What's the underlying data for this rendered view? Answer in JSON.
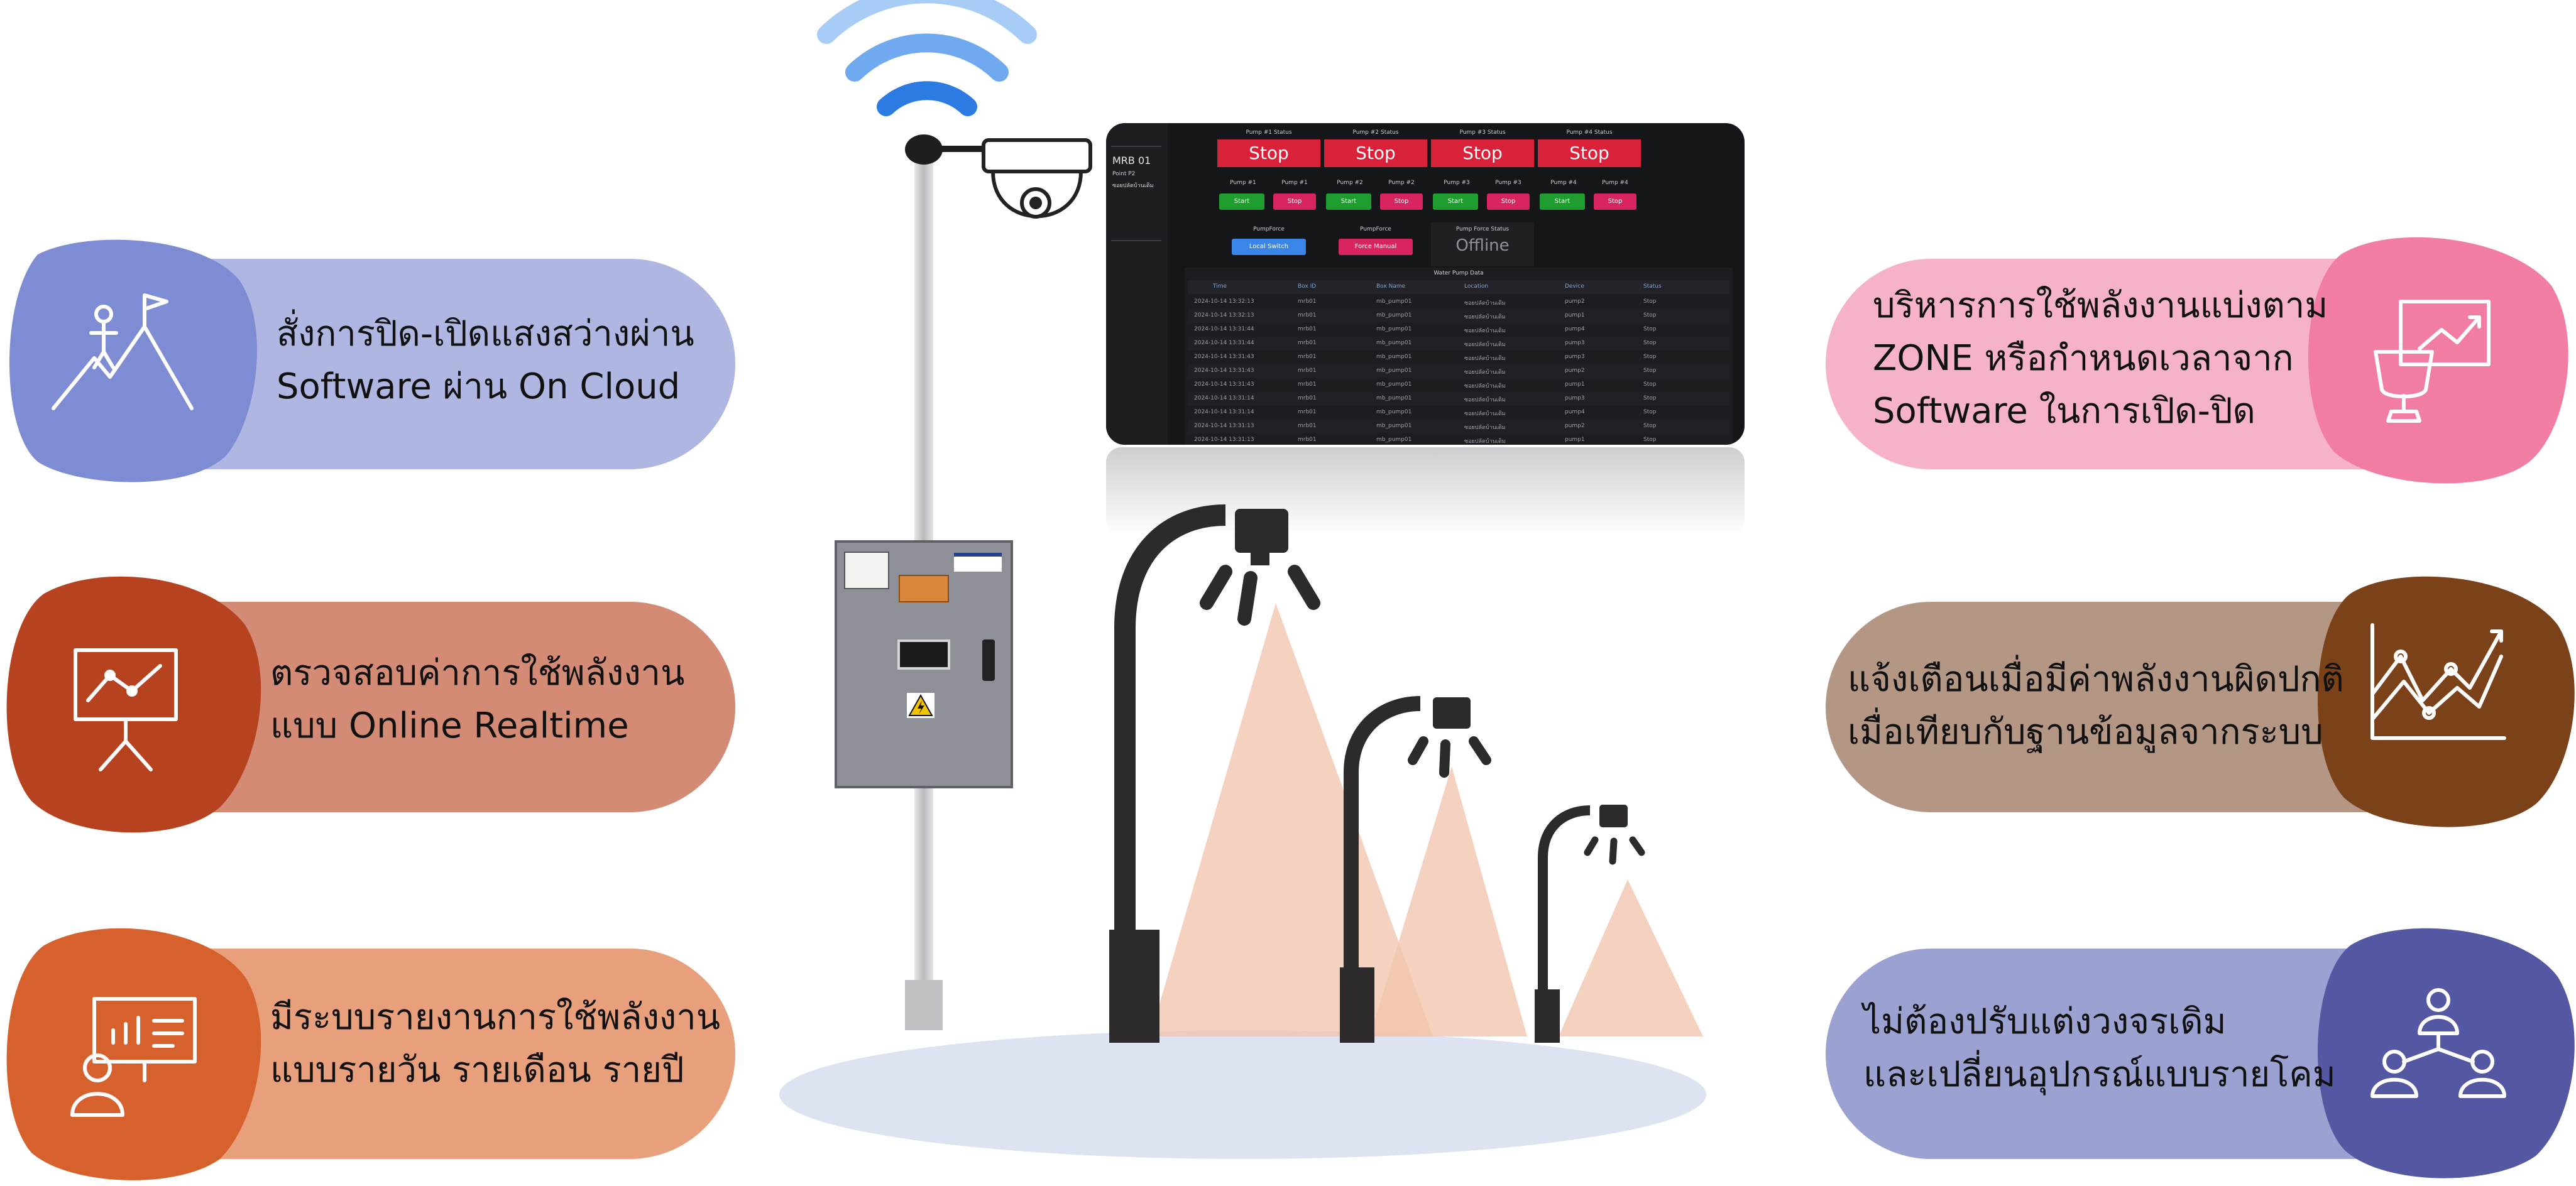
{
  "features_left": [
    {
      "line1": "สั่งการปิด-เปิดแสงสว่างผ่าน",
      "line2": "Software ผ่าน On Cloud",
      "icon": "mountain-flag-icon",
      "pill_color": "#aeb6e1",
      "blob_color": "#7e8dd3"
    },
    {
      "line1": "ตรวจสอบค่าการใช้พลังงาน",
      "line2": "แบบ Online Realtime",
      "icon": "presentation-chart-icon",
      "pill_color": "#d38b75",
      "blob_color": "#b7421f"
    },
    {
      "line1": "มีระบบรายงานการใช้พลังงาน",
      "line2": "แบบรายวัน รายเดือน รายปี",
      "icon": "presenter-icon",
      "pill_color": "#e8a07c",
      "blob_color": "#d7612c"
    }
  ],
  "features_right": [
    {
      "line1": "บริหารการใช้พลังงานแบ่งตาม",
      "line2": "ZONE หรือกำหนดเวลาจาก",
      "line3": "Software ในการเปิด-ปิด",
      "icon": "trophy-growth-icon",
      "pill_color": "#f6b3c7",
      "blob_color": "#f17da3"
    },
    {
      "line1": "แจ้งเตือนเมื่อมีค่าพลังงานผิดปกติ",
      "line2": "เมื่อเทียบกับฐานข้อมูลจากระบบ",
      "icon": "line-chart-icon",
      "pill_color": "#b39784",
      "blob_color": "#7b4219"
    },
    {
      "line1": "ไม่ต้องปรับแต่งวงจรเดิม",
      "line2": "และเปลี่ยนอุปกรณ์แบบรายโคม",
      "icon": "team-network-icon",
      "pill_color": "#9ba1d0",
      "blob_color": "#5457a2"
    }
  ],
  "dashboard": {
    "sidebar_title": "MRB 01",
    "sidebar_sub1": "Point P2",
    "sidebar_sub2": "ซอยปลัดบ้านเดิม",
    "pumps": [
      {
        "status_label": "Pump #1 Status",
        "status": "Stop",
        "ctl_label": "Pump #1"
      },
      {
        "status_label": "Pump #2 Status",
        "status": "Stop",
        "ctl_label": "Pump #2"
      },
      {
        "status_label": "Pump #3 Status",
        "status": "Stop",
        "ctl_label": "Pump #3"
      },
      {
        "status_label": "Pump #4 Status",
        "status": "Stop",
        "ctl_label": "Pump #4"
      }
    ],
    "start_label": "Start",
    "stop_label": "Stop",
    "pumpforce_label": "PumpForce",
    "local_switch": "Local Switch",
    "force_manual": "Force Manual",
    "force_status_label": "Pump Force Status",
    "force_status": "Offline",
    "table_title": "Water Pump Data",
    "columns": [
      "Time",
      "Box ID",
      "Box Name",
      "Location",
      "Device",
      "Status"
    ],
    "rows": [
      [
        "2024-10-14 13:32:13",
        "mrb01",
        "mb_pump01",
        "ซอยปลัดบ้านเดิม",
        "pump2",
        "Stop"
      ],
      [
        "2024-10-14 13:32:13",
        "mrb01",
        "mb_pump01",
        "ซอยปลัดบ้านเดิม",
        "pump1",
        "Stop"
      ],
      [
        "2024-10-14 13:31:44",
        "mrb01",
        "mb_pump01",
        "ซอยปลัดบ้านเดิม",
        "pump4",
        "Stop"
      ],
      [
        "2024-10-14 13:31:44",
        "mrb01",
        "mb_pump01",
        "ซอยปลัดบ้านเดิม",
        "pump3",
        "Stop"
      ],
      [
        "2024-10-14 13:31:43",
        "mrb01",
        "mb_pump01",
        "ซอยปลัดบ้านเดิม",
        "pump3",
        "Stop"
      ],
      [
        "2024-10-14 13:31:43",
        "mrb01",
        "mb_pump01",
        "ซอยปลัดบ้านเดิม",
        "pump2",
        "Stop"
      ],
      [
        "2024-10-14 13:31:43",
        "mrb01",
        "mb_pump01",
        "ซอยปลัดบ้านเดิม",
        "pump1",
        "Stop"
      ],
      [
        "2024-10-14 13:31:14",
        "mrb01",
        "mb_pump01",
        "ซอยปลัดบ้านเดิม",
        "pump3",
        "Stop"
      ],
      [
        "2024-10-14 13:31:14",
        "mrb01",
        "mb_pump01",
        "ซอยปลัดบ้านเดิม",
        "pump4",
        "Stop"
      ],
      [
        "2024-10-14 13:31:13",
        "mrb01",
        "mb_pump01",
        "ซอยปลัดบ้านเดิม",
        "pump2",
        "Stop"
      ],
      [
        "2024-10-14 13:31:13",
        "mrb01",
        "mb_pump01",
        "ซอยปลัดบ้านเดิม",
        "pump1",
        "Stop"
      ]
    ]
  },
  "colors": {
    "accent_blue": "#3a86e8",
    "pole": "#c8cacd",
    "cabinet": "#8d9097",
    "light_cone": "#f2c3ab",
    "ground": "#dde3f1",
    "lamp": "#2c2a2a"
  }
}
